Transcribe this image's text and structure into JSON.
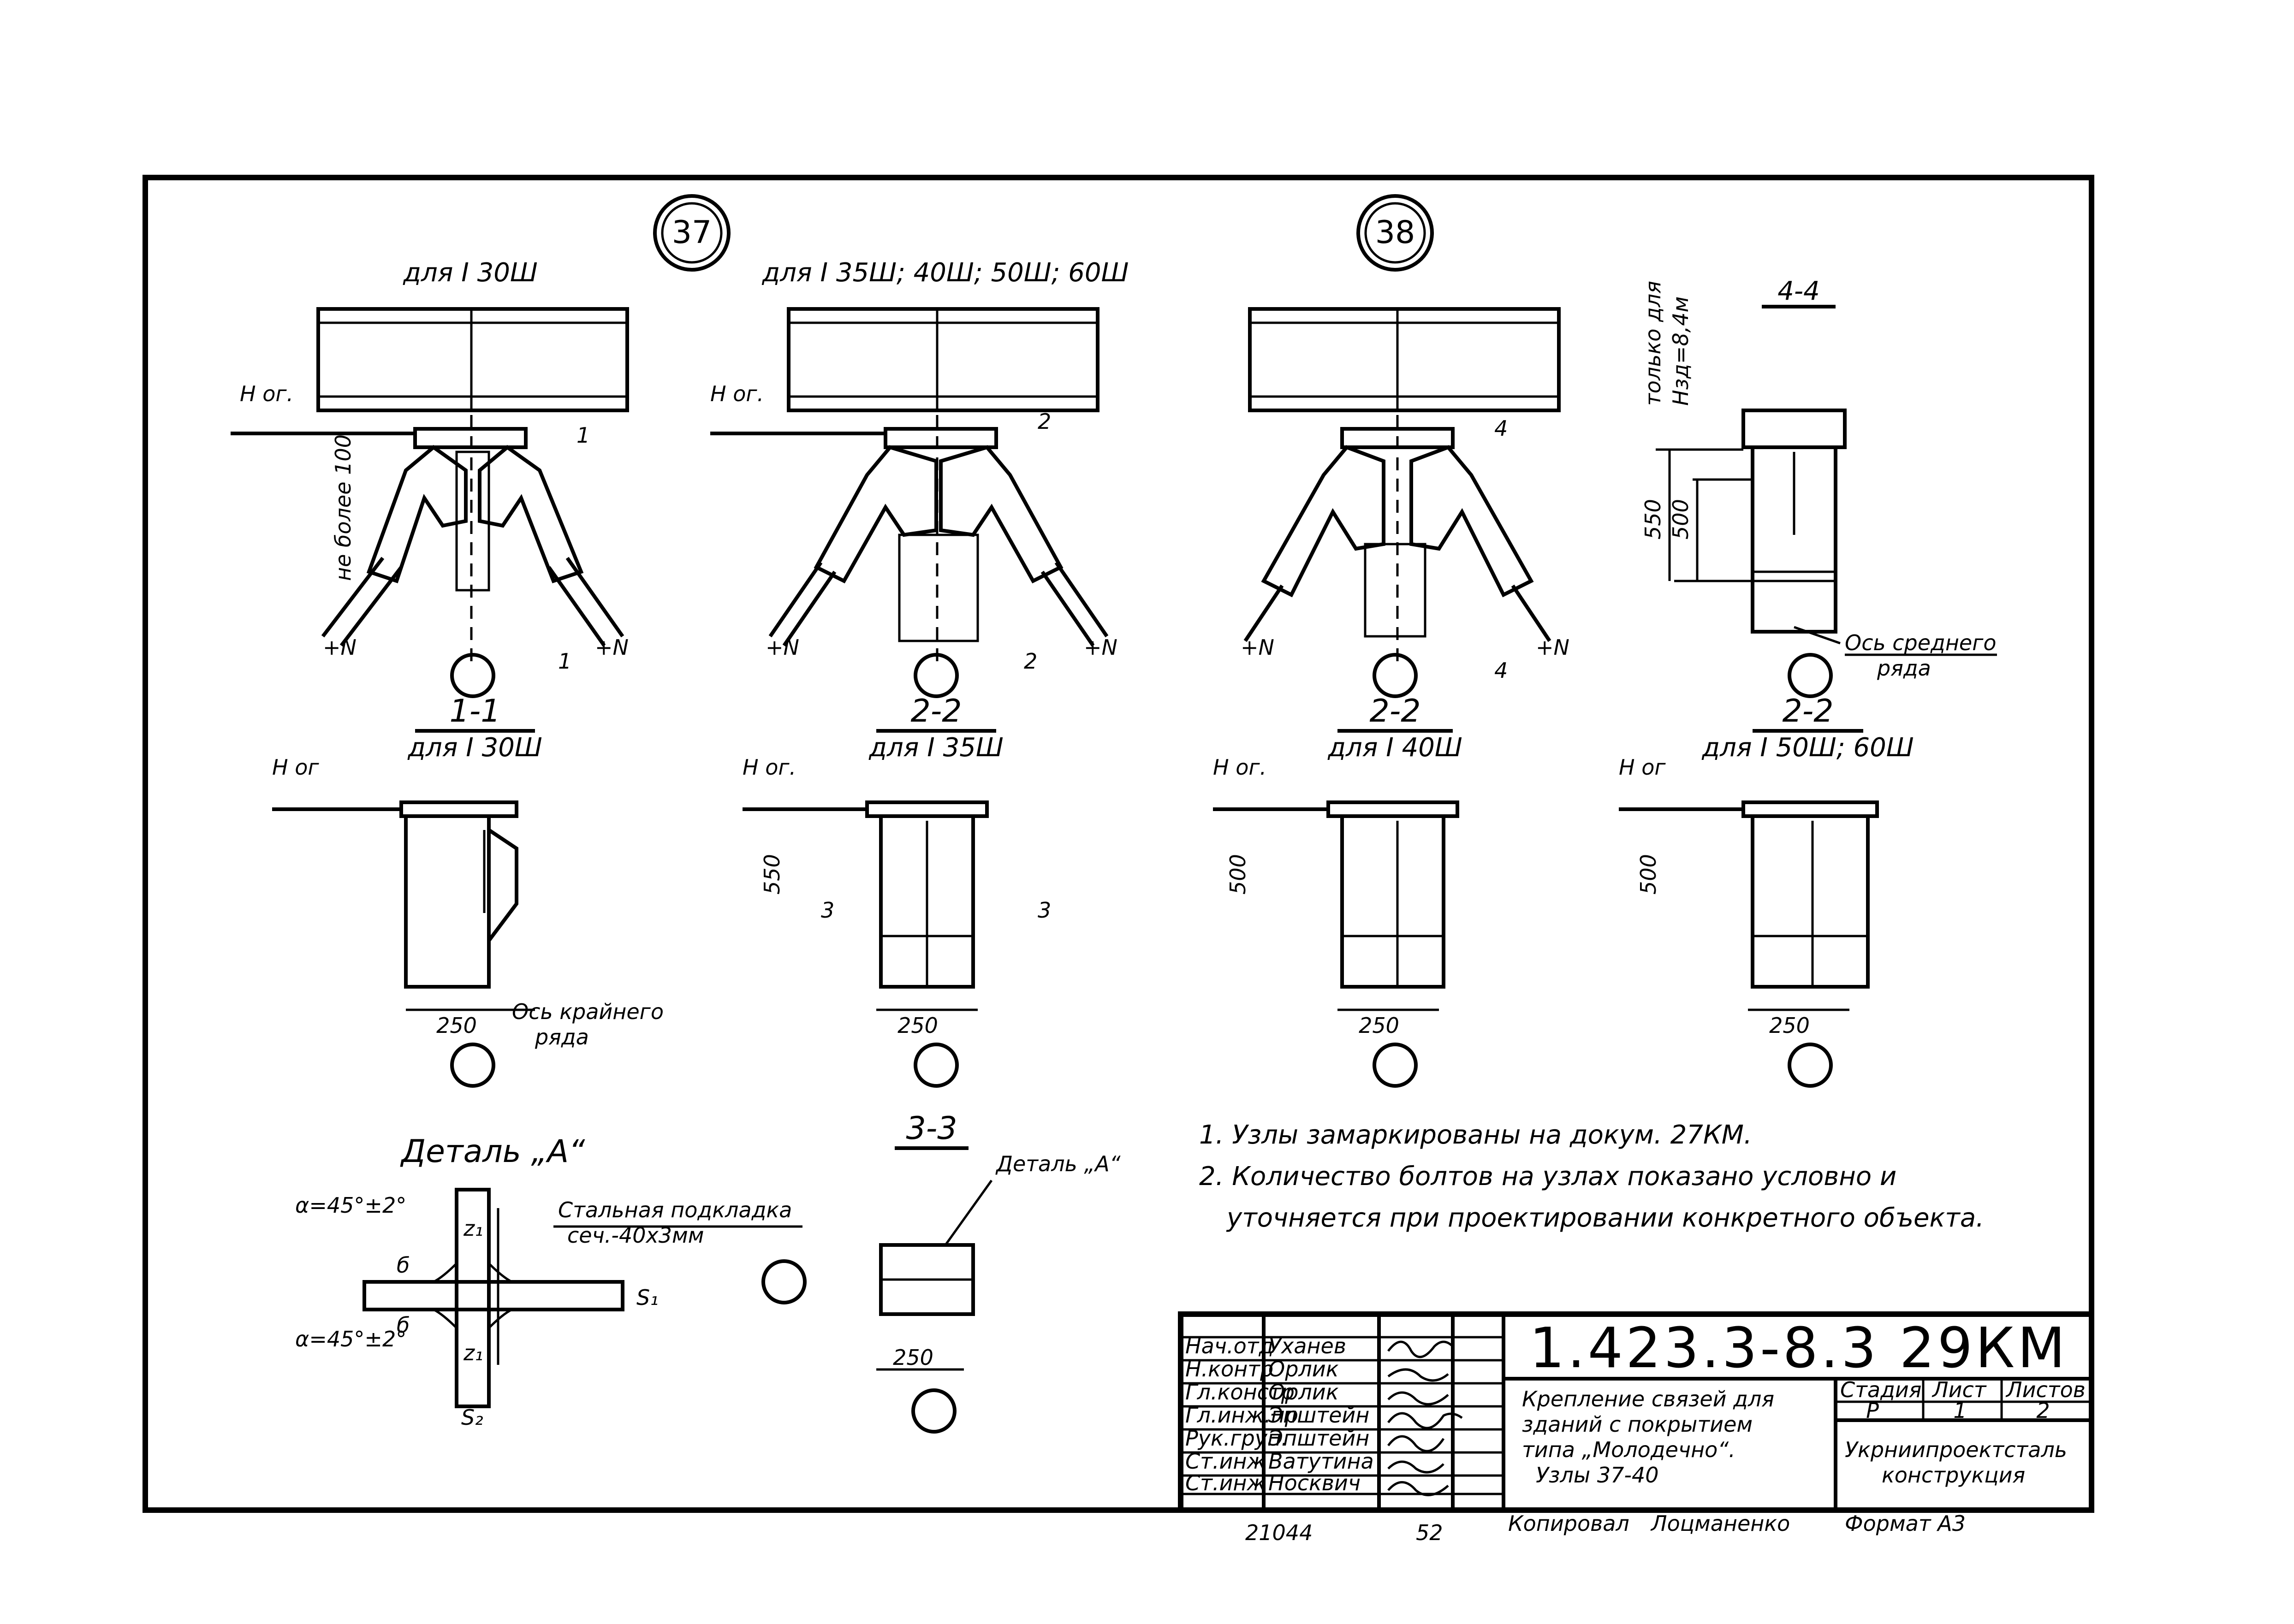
{
  "nodes": {
    "n37": "37",
    "n38": "38"
  },
  "views": {
    "v37a_title": "для I 30Ш",
    "v37b_title": "для I 35Ш; 40Ш; 50Ш; 60Ш",
    "elev_label": "Н ог.",
    "elev_label_2": "Н ог",
    "not_more": "не более 100",
    "force": "+N",
    "sec_1": "1",
    "sec_2": "2",
    "sec_3": "3",
    "sec_4": "4"
  },
  "section_44": {
    "title": "4-4",
    "only_for": "только для",
    "only_for_2": "Нзд=8,4м",
    "dim_550": "550",
    "dim_500": "500",
    "axis": "Ось среднего",
    "axis_2": "ряда"
  },
  "sections": [
    {
      "title": "1-1",
      "sub": "для I 30Ш",
      "dim": "250"
    },
    {
      "title": "2-2",
      "sub": "для I 35Ш",
      "dim": "250",
      "height": "550"
    },
    {
      "title": "2-2",
      "sub": "для I 40Ш",
      "dim": "250",
      "height": "500"
    },
    {
      "title": "2-2",
      "sub": "для I 50Ш; 60Ш",
      "dim": "250",
      "height": "500"
    }
  ],
  "axis_extreme": "Ось крайнего",
  "axis_extreme_2": "ряда",
  "detail": {
    "title": "Деталь „А“",
    "angle": "α=45°±2°",
    "pad": "Стальная подкладка",
    "pad_2": "сеч.-40х3мм",
    "b": "б",
    "s": "S₁",
    "s2": "S₂",
    "k": "z₁"
  },
  "section_33": {
    "title": "3-3",
    "detail_ref": "Деталь „А“",
    "dim": "250"
  },
  "notes": [
    "1. Узлы замаркированы на докум. 27КМ.",
    "2. Количество болтов на узлах показано условно и",
    "уточняется при проектировании конкретного объекта."
  ],
  "stamp": {
    "code": "1.423.3-8.3 29КМ",
    "roles": [
      "Нач.отд",
      "Н.контр",
      "Гл.констр",
      "Гл.инж.пр",
      "Рук.груп.",
      "Ст.инж",
      "Ст.инж"
    ],
    "names": [
      "Уханев",
      "Орлик",
      "Орлик",
      "Эпштейн",
      "Эпштейн",
      "Ватутина",
      "Носквич"
    ],
    "desc": [
      "Крепление связей для",
      "зданий с покрытием",
      "типа „Молодечно“.",
      "Узлы 37-40"
    ],
    "stage_h": "Стадия",
    "sheet_h": "Лист",
    "sheets_h": "Листов",
    "stage": "Р",
    "sheet": "1",
    "sheets": "2",
    "org": [
      "Укрниипроектсталь",
      "конструкция"
    ]
  },
  "bottom": {
    "num": "21044",
    "num2": "52",
    "copied": "Копировал",
    "copier": "Лоцманенко",
    "format": "Формат А3"
  }
}
